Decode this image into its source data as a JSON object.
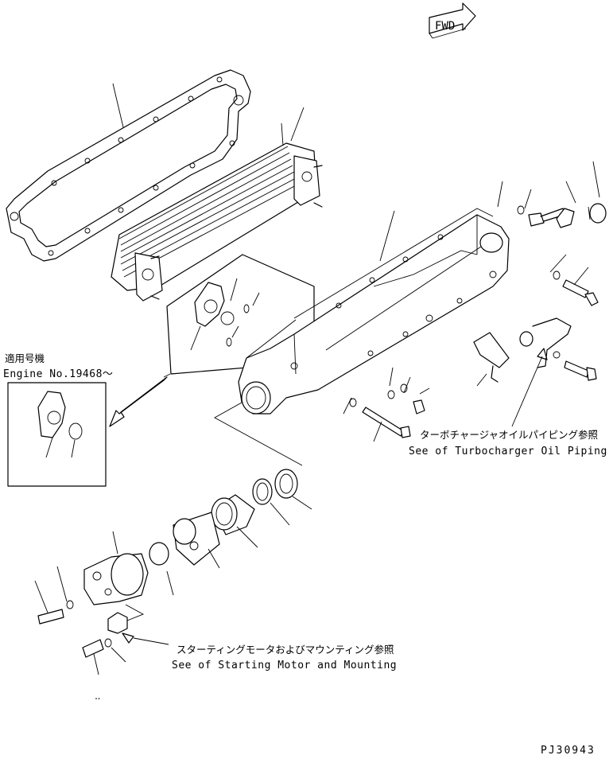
{
  "fwd_label": "FWD",
  "applicable_jp": "適用号機",
  "engine_no": "Engine No.19468～",
  "turbo_ref_jp": "ターボチャージャオイルパイピング参照",
  "turbo_ref_en": "See of Turbocharger Oil Piping",
  "starter_ref_jp": "スターティングモータおよびマウンティング参照",
  "starter_ref_en": "See of Starting Motor and Mounting",
  "drawing_code": "PJ30943"
}
